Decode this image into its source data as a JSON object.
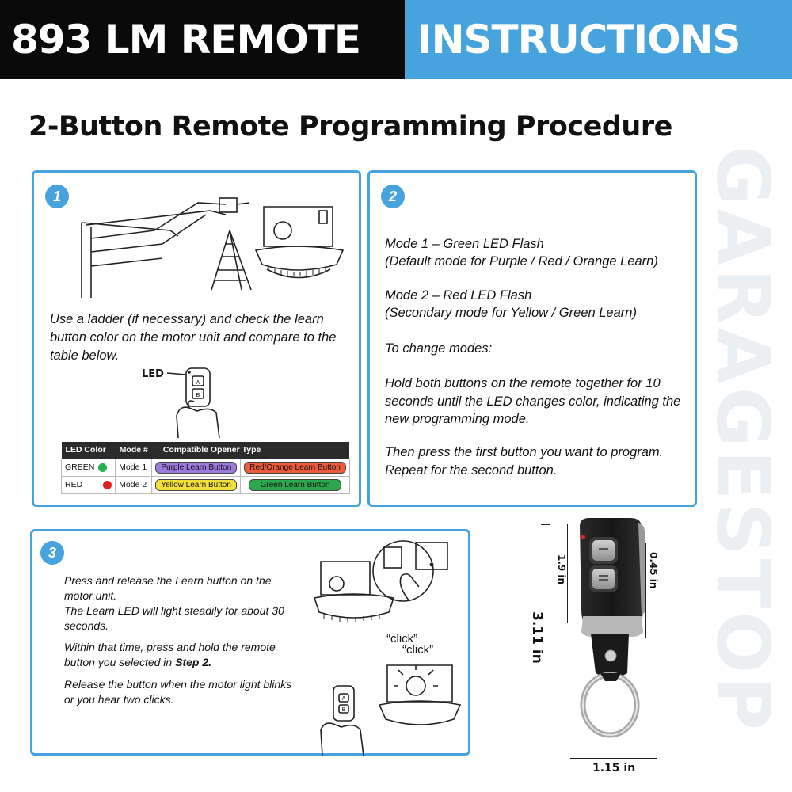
{
  "header": {
    "left": "893 LM REMOTE",
    "right": "INSTRUCTIONS"
  },
  "watermark": "GARAGESTOP",
  "title": "2-Button Remote Programming Procedure",
  "step1": {
    "number": "1",
    "text": "Use a ladder (if necessary) and check the learn button color on the motor unit and compare to the table below.",
    "led_label": "LED",
    "button_a": "A",
    "button_b": "B",
    "table": {
      "headers": [
        "LED Color",
        "Mode #",
        "Compatible Opener Type"
      ],
      "rows": [
        {
          "color": "GREEN",
          "dot": "#22b14c",
          "mode": "Mode 1",
          "type1": "Purple Learn Button",
          "type1_color": "#9b7be0",
          "type2": "Red/Orange Learn Button",
          "type2_color": "#ee5a3a"
        },
        {
          "color": "RED",
          "dot": "#e0201f",
          "mode": "Mode 2",
          "type1": "Yellow Learn Button",
          "type1_color": "#f4e23a",
          "type2": "Green Learn Button",
          "type2_color": "#2ea84f"
        }
      ]
    }
  },
  "step2": {
    "number": "2",
    "mode1_title": "Mode 1 – Green LED Flash",
    "mode1_desc": "(Default mode for Purple / Red / Orange Learn)",
    "mode2_title": "Mode 2 – Red LED Flash",
    "mode2_desc": "(Secondary mode for Yellow / Green Learn)",
    "change": "To change modes:",
    "hold": "Hold both buttons on the remote together for 10 seconds until the LED changes color, indicating the new programming mode.",
    "then": "Then press the first button you want to program. Repeat for the second button."
  },
  "step3": {
    "number": "3",
    "p1a": "Press and release the Learn button on the motor unit.",
    "p1b": "The Learn LED will light steadily for about 30 seconds.",
    "p2_pre": "Within that time, press and hold the remote button you selected in ",
    "p2_bold": "Step 2.",
    "p3": "Release the button when the motor light blinks or you hear two clicks.",
    "click1": "“click”",
    "click2": "“click”",
    "button_a": "A",
    "button_b": "B"
  },
  "dimensions": {
    "button_area": "1.9 in",
    "thickness": "0.45 in",
    "height": "3.11 in",
    "width": "1.15 in"
  },
  "colors": {
    "accent": "#46a3dd",
    "header_dark": "#0a0a0a"
  }
}
